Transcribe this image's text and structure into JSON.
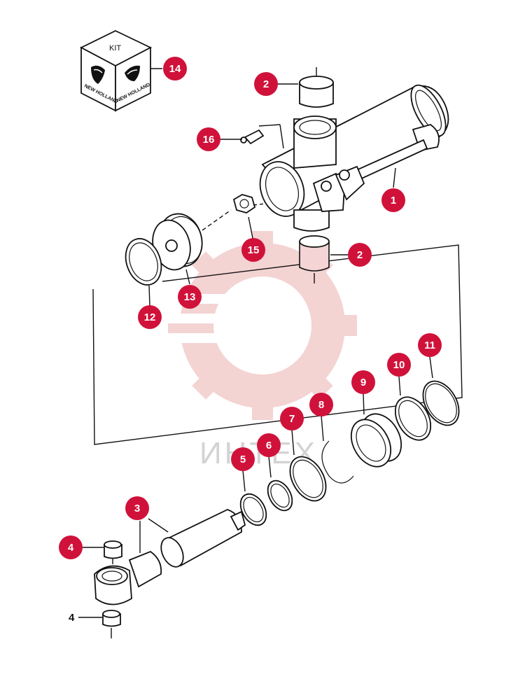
{
  "kit": {
    "label": "KIT",
    "brand_left": "NEW HOLLAND",
    "brand_right": "NEW HOLLAND"
  },
  "watermark": {
    "text": "ИНТЕХ",
    "color": "#e8a0a0"
  },
  "callouts": {
    "p1": "1",
    "p2_top": "2",
    "p2_bottom": "2",
    "p3": "3",
    "p4_top": "4",
    "p4_bottom": "4",
    "p5": "5",
    "p6": "6",
    "p7": "7",
    "p8": "8",
    "p9": "9",
    "p10": "10",
    "p11": "11",
    "p12": "12",
    "p13": "13",
    "p14": "14",
    "p15": "15",
    "p16": "16"
  },
  "colors": {
    "callout": "#d0123a",
    "line": "#111111",
    "highlight": "#f4d4d4"
  }
}
